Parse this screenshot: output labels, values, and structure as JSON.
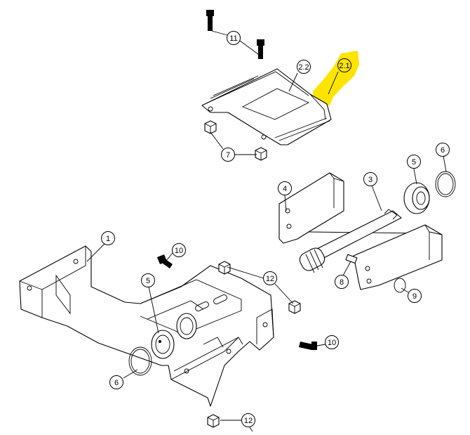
{
  "highlight_color": "#ffe400",
  "line_color": "#000000",
  "callouts": [
    {
      "id": "c11",
      "label": "11"
    },
    {
      "id": "c22",
      "label": "2.2"
    },
    {
      "id": "c21",
      "label": "2.1"
    },
    {
      "id": "c7",
      "label": "7"
    },
    {
      "id": "c3",
      "label": "3"
    },
    {
      "id": "c5a",
      "label": "5"
    },
    {
      "id": "c6a",
      "label": "6"
    },
    {
      "id": "c4",
      "label": "4"
    },
    {
      "id": "c1",
      "label": "1"
    },
    {
      "id": "c10a",
      "label": "10"
    },
    {
      "id": "c5b",
      "label": "5"
    },
    {
      "id": "c12a",
      "label": "12"
    },
    {
      "id": "c8",
      "label": "8"
    },
    {
      "id": "c9",
      "label": "9"
    },
    {
      "id": "c10b",
      "label": "10"
    },
    {
      "id": "c6b",
      "label": "6"
    },
    {
      "id": "c12b",
      "label": "12"
    }
  ]
}
